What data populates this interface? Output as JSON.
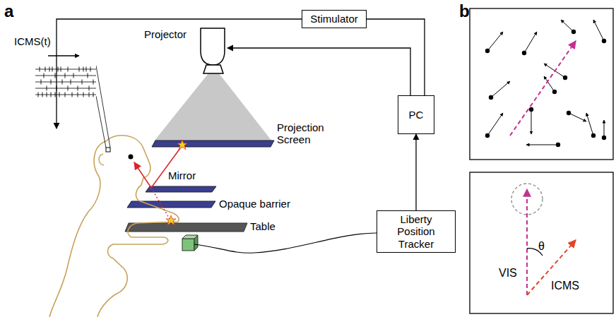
{
  "diagram": {
    "nodes": [
      {
        "text": [
          "Stimulator"
        ]
      },
      {
        "text": [
          "PC"
        ]
      },
      {
        "text": [
          "Liberty Position Tracker"
        ]
      }
    ],
    "edges": [
      {
        "from": 1,
        "to": 0,
        "arrow": "none"
      },
      {
        "from": 2,
        "to": 1,
        "arrow": "to"
      }
    ],
    "labels": [
      "a",
      "b",
      "ICMS(t)",
      "Projector",
      "Projection Screen",
      "Mirror",
      "Opaque barrier",
      "Table",
      "VIS",
      "θ",
      "ICMS"
    ]
  }
}
